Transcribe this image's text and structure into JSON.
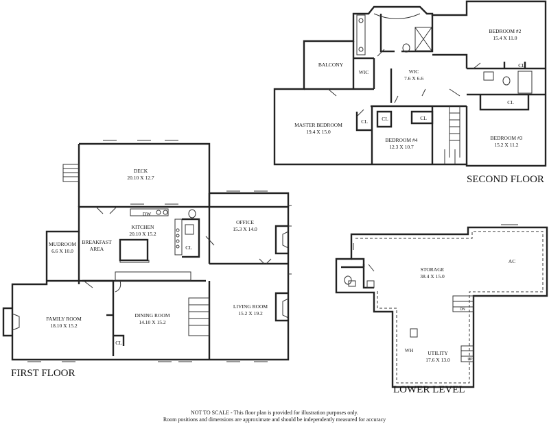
{
  "floors": {
    "second": "SECOND FLOOR",
    "first": "FIRST FLOOR",
    "lower": "LOWER LEVEL"
  },
  "rooms": {
    "balcony": "BALCONY",
    "wic_left": "WIC",
    "wic_center": "WIC",
    "wic_center_dim": "7.6 X 6.6",
    "bedroom2": "BEDROOM #2",
    "bedroom2_dim": "15.4 X 11.0",
    "master": "MASTER BEDROOM",
    "master_dim": "19.4 X 15.0",
    "bedroom4": "BEDROOM #4",
    "bedroom4_dim": "12.3 X 10.7",
    "bedroom3": "BEDROOM #3",
    "bedroom3_dim": "15.2 X 11.2",
    "cl": "CL",
    "deck": "DECK",
    "deck_dim": "20.10 X 12.7",
    "kitchen": "KITCHEN",
    "kitchen_dim": "20.10 X 15.2",
    "dw": "DW",
    "breakfast_1": "BREAKFAST",
    "breakfast_2": "AREA",
    "mudroom": "MUDROOM",
    "mudroom_dim": "6.6 X 10.0",
    "office": "OFFICE",
    "office_dim": "15.3 X 14.0",
    "family": "FAMILY ROOM",
    "family_dim": "18.10 X 15.2",
    "dining": "DINING ROOM",
    "dining_dim": "14.10 X 15.2",
    "living": "LIVING ROOM",
    "living_dim": "15.2 X 19.2",
    "storage": "STORAGE",
    "storage_dim": "38.4 X 15.0",
    "ac": "AC",
    "wh": "WH",
    "utility": "UTILITY",
    "utility_dim": "17.6 X 13.0",
    "up": "UP",
    "dn": "DN"
  },
  "disclaimer": {
    "lead": "NOT TO SCALE",
    "line1": " - This floor plan is provided for illustration purposes only.",
    "line2": "Room positions and dimensions are approximate and should be independently measured for accuracy"
  }
}
